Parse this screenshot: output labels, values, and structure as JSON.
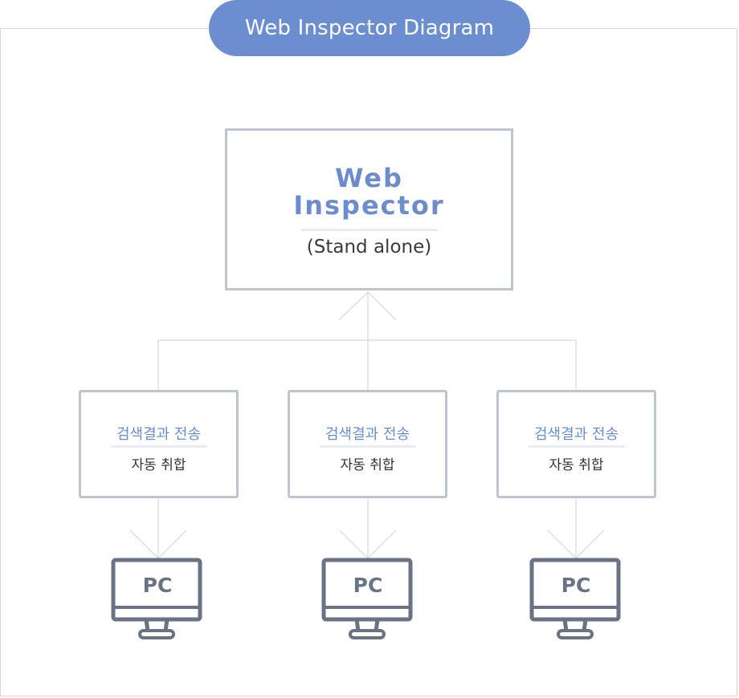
{
  "header": {
    "title": "Web Inspector Diagram"
  },
  "main_node": {
    "title_line1": "Web",
    "title_line2": "Inspector",
    "subtitle": "(Stand alone)"
  },
  "sub_nodes": [
    {
      "title": "검색결과 전송",
      "subtitle": "자동 취합"
    },
    {
      "title": "검색결과 전송",
      "subtitle": "자동 취합"
    },
    {
      "title": "검색결과 전송",
      "subtitle": "자동 취합"
    }
  ],
  "pcs": [
    {
      "label": "PC"
    },
    {
      "label": "PC"
    },
    {
      "label": "PC"
    }
  ],
  "colors": {
    "accent": "#6a8ed0",
    "box_border": "#bcc6d3",
    "connector": "#d5d9df",
    "pc_stroke": "#6a7384"
  }
}
